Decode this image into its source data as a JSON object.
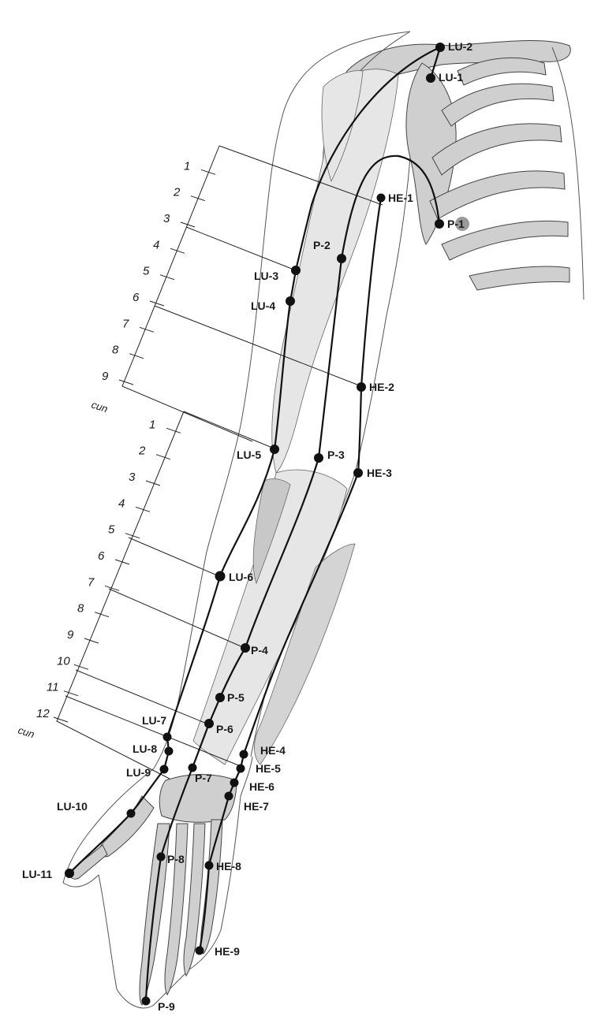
{
  "scale_upper": {
    "ticks": [
      "1",
      "2",
      "3",
      "4",
      "5",
      "6",
      "7",
      "8",
      "9"
    ],
    "unit": "cun"
  },
  "scale_lower": {
    "ticks": [
      "1",
      "2",
      "3",
      "4",
      "5",
      "6",
      "7",
      "8",
      "9",
      "10",
      "11",
      "12"
    ],
    "unit": "cun"
  },
  "points": {
    "lu2": "LU-2",
    "lu1": "LU-1",
    "lu3": "LU-3",
    "lu4": "LU-4",
    "lu5": "LU-5",
    "lu6": "LU-6",
    "lu7": "LU-7",
    "lu8": "LU-8",
    "lu9": "LU-9",
    "lu10": "LU-10",
    "lu11": "LU-11",
    "p1": "P-1",
    "p2": "P-2",
    "p3": "P-3",
    "p4": "P-4",
    "p5": "P-5",
    "p6": "P-6",
    "p7": "P-7",
    "p8": "P-8",
    "p9": "P-9",
    "he1": "HE-1",
    "he2": "HE-2",
    "he3": "HE-3",
    "he4": "HE-4",
    "he5": "HE-5",
    "he6": "HE-6",
    "he7": "HE-7",
    "he8": "HE-8",
    "he9": "HE-9"
  },
  "colors": {
    "bone": "#cfcfcf",
    "muscle": "#e6e6e6",
    "line": "#111111"
  }
}
